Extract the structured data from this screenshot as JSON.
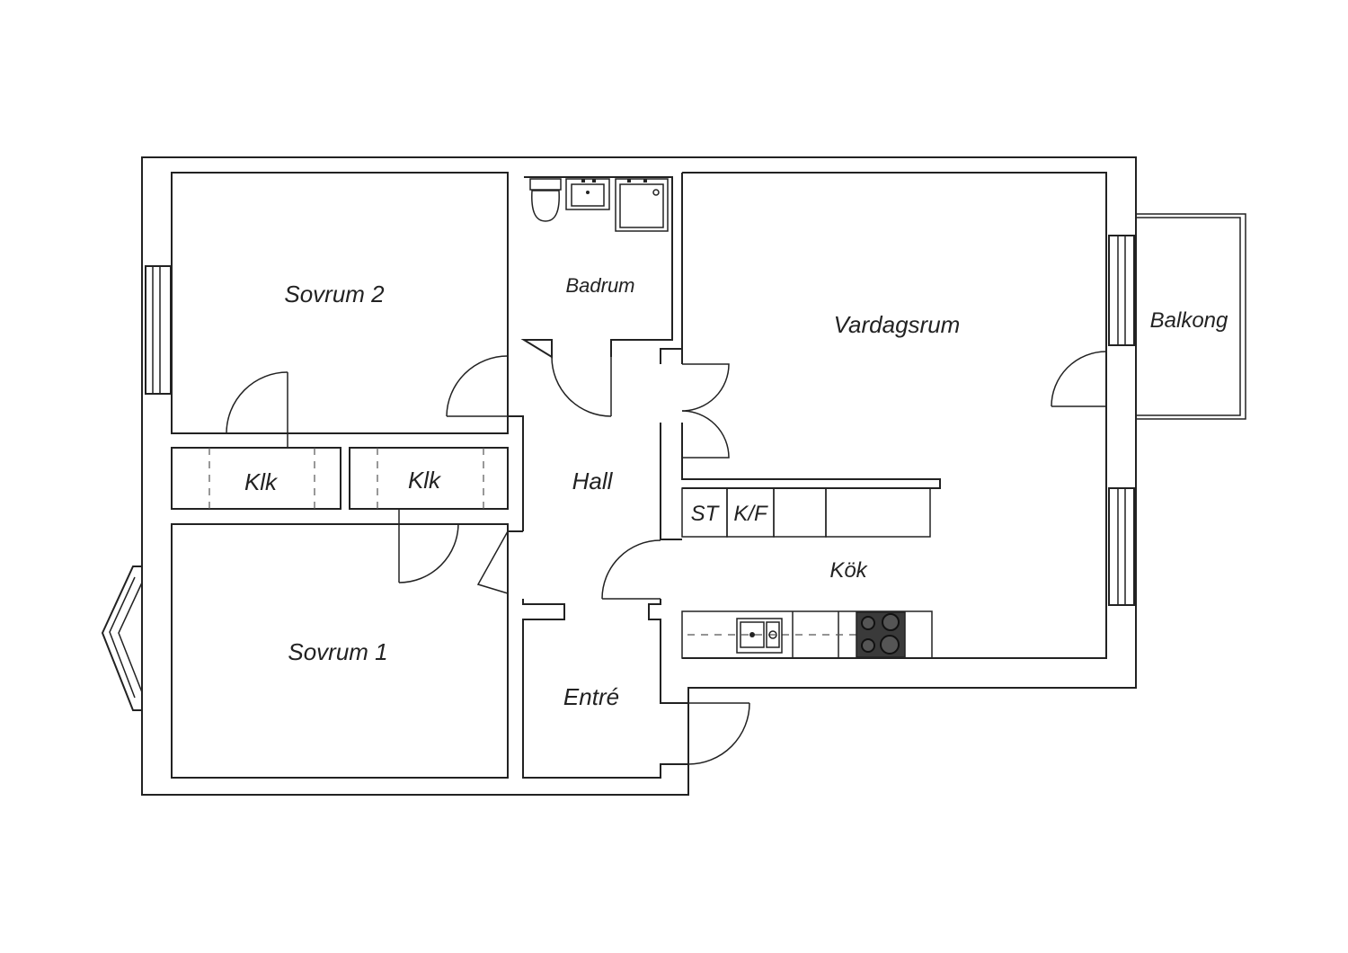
{
  "rooms": {
    "sovrum2": "Sovrum 2",
    "sovrum1": "Sovrum 1",
    "klk_left": "Klk",
    "klk_right": "Klk",
    "badrum": "Badrum",
    "hall": "Hall",
    "entre": "Entré",
    "vardagsrum": "Vardagsrum",
    "kok": "Kök",
    "balkong": "Balkong"
  },
  "kitchen_labels": {
    "st": "ST",
    "kf": "K/F"
  },
  "colors": {
    "line": "#222222",
    "stove": "#3a3a3a",
    "background": "#ffffff"
  },
  "icons": [
    "toilet-icon",
    "sink-icon",
    "shower-icon",
    "kitchen-sink-icon",
    "stove-icon",
    "window-icon",
    "door-icon"
  ]
}
